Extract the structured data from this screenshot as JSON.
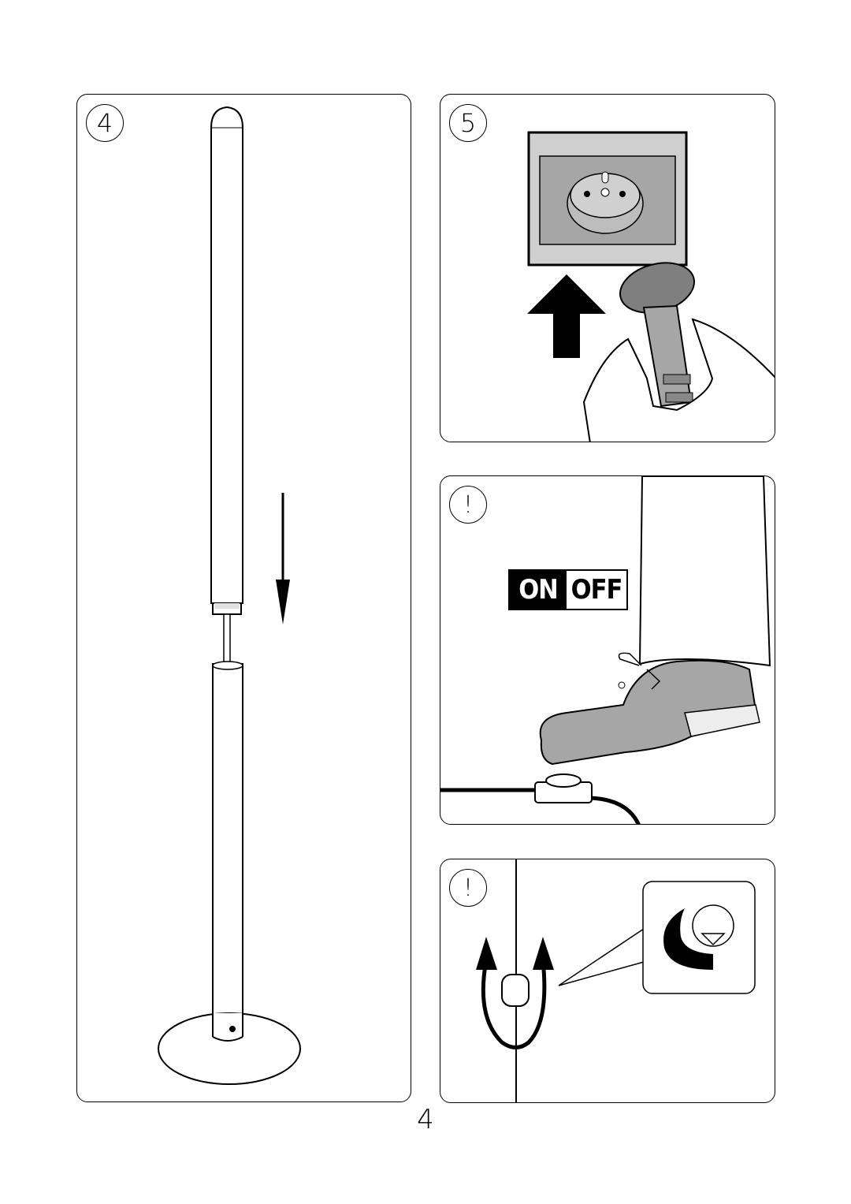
{
  "steps": [
    {
      "badge": "4",
      "illustration": "floor-lamp-assembly"
    },
    {
      "badge": "5",
      "illustration": "plug-into-socket"
    },
    {
      "badge": "!",
      "illustration": "foot-switch",
      "switch": {
        "on_label": "ON",
        "off_label": "OFF"
      }
    },
    {
      "badge": "!",
      "illustration": "rotary-dimmer"
    }
  ],
  "page_number": "4",
  "colors": {
    "line": "#000000",
    "fill_grey": "#a6a6a6",
    "light_grey": "#d9d9d9",
    "background": "#ffffff"
  }
}
